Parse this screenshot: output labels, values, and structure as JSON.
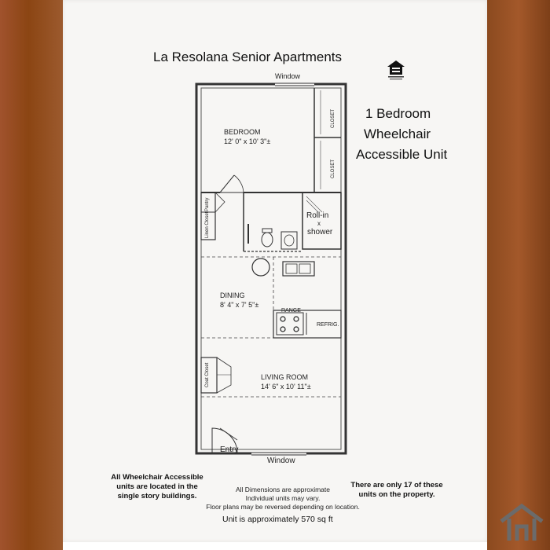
{
  "header": {
    "title": "La Resolana Senior Apartments",
    "unit_type_line1": "1 Bedroom",
    "unit_type_line2": "Wheelchair",
    "unit_type_line3": "Accessible Unit"
  },
  "icons": {
    "equal_housing": "equal-housing-opportunity-logo",
    "corner_logo": "house-outline-logo"
  },
  "plan": {
    "window_top": "Window",
    "window_bottom": "Window",
    "bedroom_name": "BEDROOM",
    "bedroom_dims": "12' 0\" x 10' 3\"±",
    "closet_1": "CLOSET",
    "closet_2": "CLOSET",
    "pantry": "Pantry",
    "linen_closet": "Linen Closet",
    "shower_line1": "Roll-in",
    "shower_x": "x",
    "shower_line2": "shower",
    "dining_name": "DINING",
    "dining_dims": "8' 4\" x 7' 5\"±",
    "range": "RANGE",
    "refrig": "REFRIG.",
    "coat_closet": "Coat Closet",
    "living_name": "LIVING ROOM",
    "living_dims": "14' 6\" x 10' 11\"±",
    "entry": "Entry"
  },
  "notes": {
    "left_line1": "All Wheelchair Accessible",
    "left_line2": "units are located in the",
    "left_line3": "single story buildings.",
    "mid_line1": "All Dimensions are approximate",
    "mid_line2": "Individual units may vary.",
    "mid_line3": "Floor plans may be reversed depending on location.",
    "right_line1": "There are only 17 of these",
    "right_line2": "units on the property.",
    "area": "Unit is approximately 570 sq ft"
  },
  "colors": {
    "paper": "#f7f6f4",
    "wood": "#9a5428",
    "ink": "#111111"
  }
}
